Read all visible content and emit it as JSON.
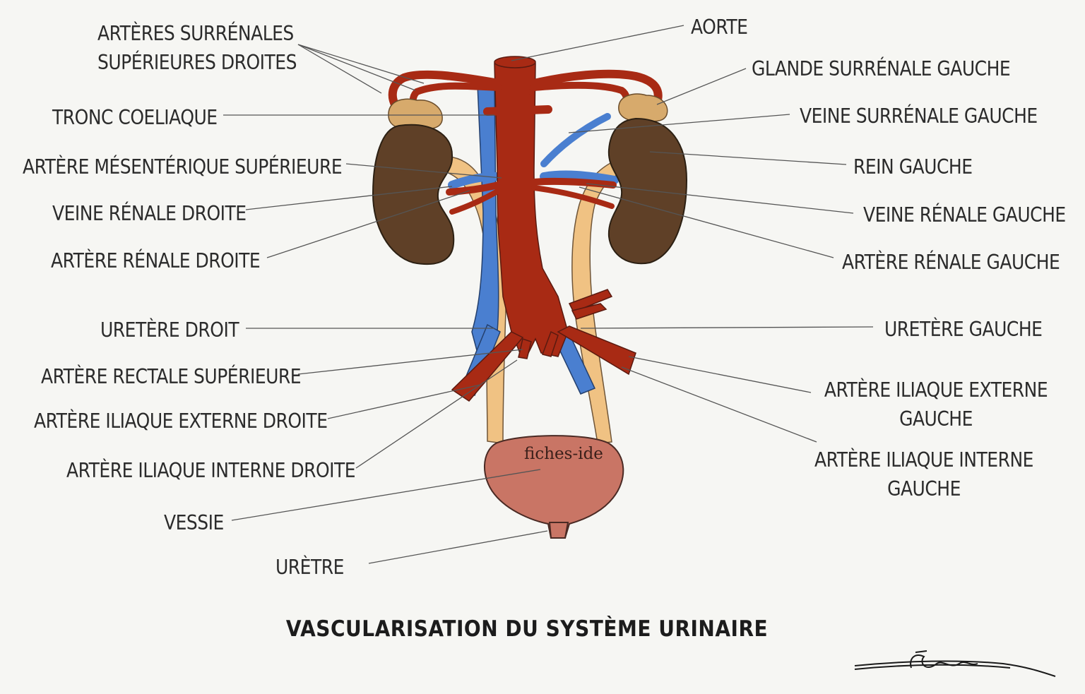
{
  "title": "VASCULARISATION DU SYSTÈME URINAIRE",
  "watermark": "fiches-ide",
  "labels_left": {
    "arteres_surrenales_l1": "ARTÈRES SURRÉNALES",
    "arteres_surrenales_l2": "SUPÉRIEURES DROITES",
    "tronc_coeliaque": "TRONC COELIAQUE",
    "artere_mesenterique": "ARTÈRE MÉSENTÉRIQUE SUPÉRIEURE",
    "veine_renale_droite": "VEINE RÉNALE DROITE",
    "artere_renale_droite": "ARTÈRE RÉNALE DROITE",
    "uretere_droit": "URETÈRE DROIT",
    "artere_rectale": "ARTÈRE RECTALE SUPÉRIEURE",
    "artere_iliaque_externe_droite": "ARTÈRE ILIAQUE EXTERNE DROITE",
    "artere_iliaque_interne_droite": "ARTÈRE ILIAQUE INTERNE DROITE",
    "vessie": "VESSIE",
    "uretre": "URÈTRE"
  },
  "labels_right": {
    "aorte": "AORTE",
    "glande_surrenale_gauche": "GLANDE SURRÉNALE GAUCHE",
    "veine_surrenale_gauche": "VEINE SURRÉNALE GAUCHE",
    "rein_gauche": "REIN GAUCHE",
    "veine_renale_gauche": "VEINE RÉNALE GAUCHE",
    "artere_renale_gauche": "ARTÈRE RÉNALE GAUCHE",
    "uretere_gauche": "URETÈRE GAUCHE",
    "artere_iliaque_externe_gauche_l1": "ARTÈRE ILIAQUE EXTERNE",
    "artere_iliaque_externe_gauche_l2": "GAUCHE",
    "artere_iliaque_interne_gauche_l1": "ARTÈRE ILIAQUE INTERNE",
    "artere_iliaque_interne_gauche_l2": "GAUCHE"
  },
  "colors": {
    "artery": "#a82a14",
    "vein": "#4a7fd0",
    "kidney": "#5f4027",
    "ureter": "#f0c283",
    "adrenal": "#d7aa6c",
    "bladder": "#c97565",
    "leader_line": "#555555",
    "background": "#f6f6f3"
  }
}
